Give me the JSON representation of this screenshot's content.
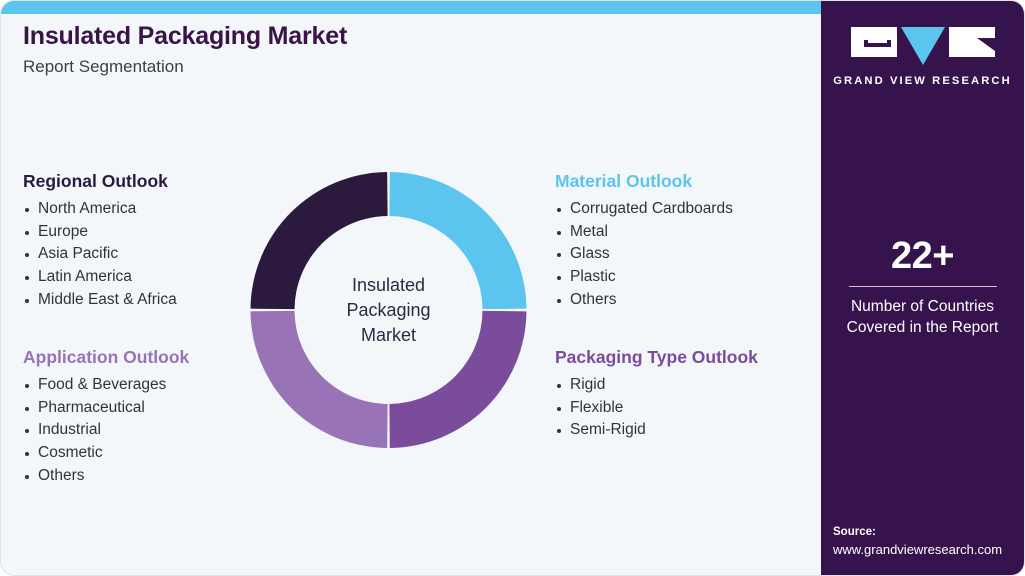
{
  "header": {
    "title": "Insulated Packaging Market",
    "subtitle": "Report Segmentation"
  },
  "colors": {
    "accent_blue": "#5bc5ef",
    "dark_purple": "#37134d",
    "mid_purple": "#7b4b9c",
    "light_purple": "#9873b6",
    "card_bg": "#f3f7fa",
    "title_purple": "#3a1347"
  },
  "blocks": {
    "regional": {
      "heading": "Regional Outlook",
      "items": [
        "North America",
        "Europe",
        "Asia Pacific",
        "Latin America",
        "Middle East & Africa"
      ]
    },
    "application": {
      "heading": "Application Outlook",
      "items": [
        "Food & Beverages",
        "Pharmaceutical",
        "Industrial",
        "Cosmetic",
        "Others"
      ]
    },
    "material": {
      "heading": "Material Outlook",
      "items": [
        "Corrugated Cardboards",
        "Metal",
        "Glass",
        "Plastic",
        "Others"
      ]
    },
    "packaging": {
      "heading": "Packaging Type Outlook",
      "items": [
        "Rigid",
        "Flexible",
        "Semi-Rigid"
      ]
    }
  },
  "donut": {
    "center_lines": [
      "Insulated",
      "Packaging",
      "Market"
    ],
    "segments": [
      {
        "name": "Material Outlook",
        "color": "#5bc5ef",
        "share": 25
      },
      {
        "name": "Packaging Type Outlook",
        "color": "#7b4b9c",
        "share": 25
      },
      {
        "name": "Application Outlook",
        "color": "#9873b6",
        "share": 25
      },
      {
        "name": "Regional Outlook",
        "color": "#2c1a3e",
        "share": 25
      }
    ]
  },
  "sidebar": {
    "logo_text": "GRAND VIEW RESEARCH",
    "stat_number": "22+",
    "stat_label_line1": "Number of Countries",
    "stat_label_line2": "Covered in the Report",
    "source_title": "Source:",
    "source_url": "www.grandviewresearch.com"
  }
}
